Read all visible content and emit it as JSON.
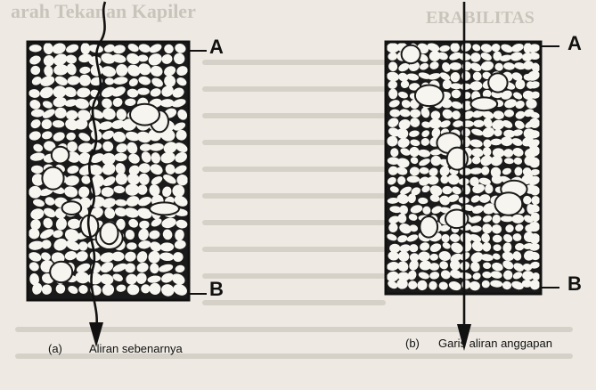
{
  "header": {
    "left_title": "arah Tekanan Kapiler",
    "right_title": "ERABILITAS"
  },
  "figure_a": {
    "label_top": "A",
    "label_bottom": "B",
    "caption_tag": "(a)",
    "caption_text": "Aliran sebenarnya"
  },
  "figure_b": {
    "label_top": "A",
    "label_bottom": "B",
    "caption_tag": "(b)",
    "caption_text": "Garis aliran anggapan"
  },
  "colors": {
    "background": "#eeeae3",
    "ink": "#111111",
    "faded_text": "#c8c3ba"
  }
}
